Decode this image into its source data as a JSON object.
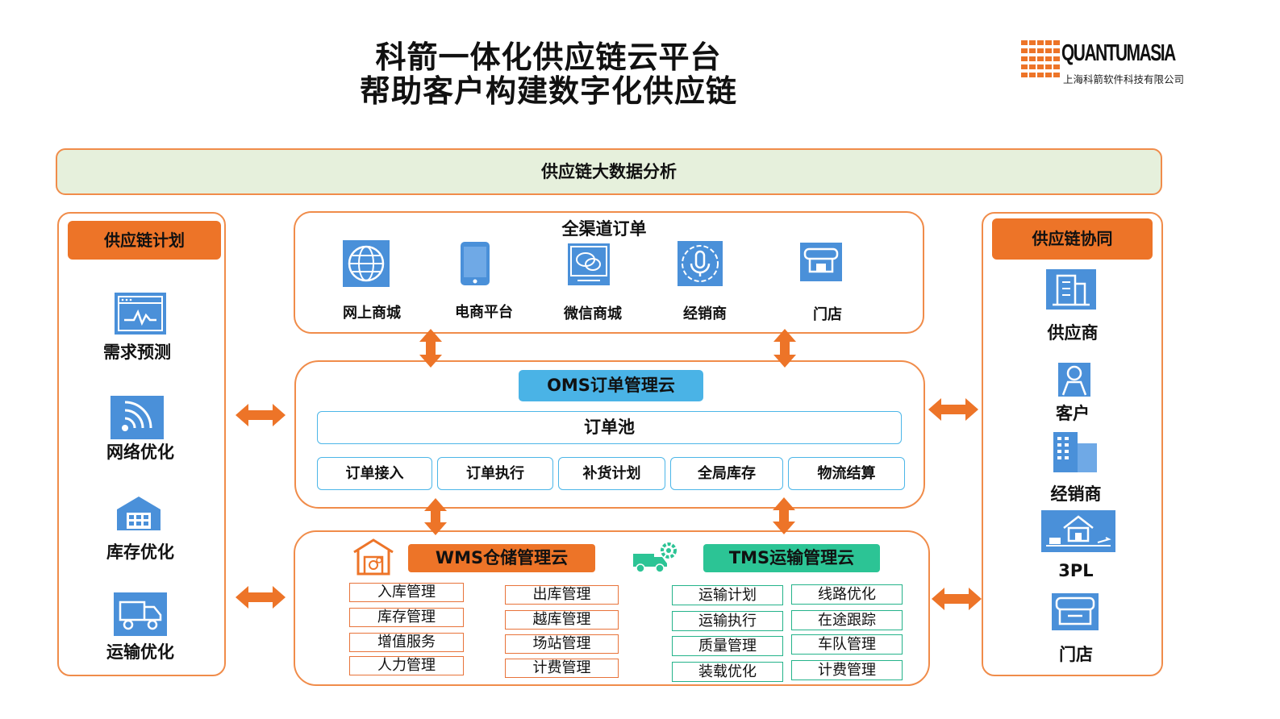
{
  "header": {
    "title_line1": "科箭一体化供应链云平台",
    "title_line2": "帮助客户构建数字化供应链",
    "logo_text": "QUANTUMASIA",
    "logo_subtitle": "上海科箭软件科技有限公司"
  },
  "top_bar": {
    "label": "供应链大数据分析"
  },
  "left_panel": {
    "title": "供应链计划",
    "items": [
      {
        "label": "需求预测",
        "icon": "chart-monitor-icon"
      },
      {
        "label": "网络优化",
        "icon": "signal-icon"
      },
      {
        "label": "库存优化",
        "icon": "warehouse-icon"
      },
      {
        "label": "运输优化",
        "icon": "truck-icon"
      }
    ]
  },
  "channels": {
    "title": "全渠道订单",
    "items": [
      {
        "label": "网上商城",
        "icon": "globe-icon"
      },
      {
        "label": "电商平台",
        "icon": "phone-icon"
      },
      {
        "label": "微信商城",
        "icon": "wechat-icon"
      },
      {
        "label": "经销商",
        "icon": "microphone-icon"
      },
      {
        "label": "门店",
        "icon": "store-icon"
      }
    ]
  },
  "oms": {
    "title": "OMS订单管理云",
    "pool": "订单池",
    "modules": [
      "订单接入",
      "订单执行",
      "补货计划",
      "全局库存",
      "物流结算"
    ]
  },
  "wms": {
    "title": "WMS仓储管理云",
    "col1": [
      "入库管理",
      "库存管理",
      "增值服务",
      "人力管理"
    ],
    "col2": [
      "出库管理",
      "越库管理",
      "场站管理",
      "计费管理"
    ]
  },
  "tms": {
    "title": "TMS运输管理云",
    "col1": [
      "运输计划",
      "运输执行",
      "质量管理",
      "装载优化"
    ],
    "col2": [
      "线路优化",
      "在途跟踪",
      "车队管理",
      "计费管理"
    ]
  },
  "right_panel": {
    "title": "供应链协同",
    "items": [
      {
        "label": "供应商",
        "icon": "building-icon"
      },
      {
        "label": "客户",
        "icon": "person-icon"
      },
      {
        "label": "经销商",
        "icon": "office-tower-icon"
      },
      {
        "label": "3PL",
        "icon": "logistics-icon"
      },
      {
        "label": "门店",
        "icon": "shop-icon"
      }
    ]
  },
  "colors": {
    "orange": "#ed7428",
    "blue": "#4ab3e6",
    "green": "#2cc495",
    "icon_blue": "#4a90d9",
    "panel_border": "#f08c4a",
    "top_bar_fill": "#e6f0dc"
  }
}
